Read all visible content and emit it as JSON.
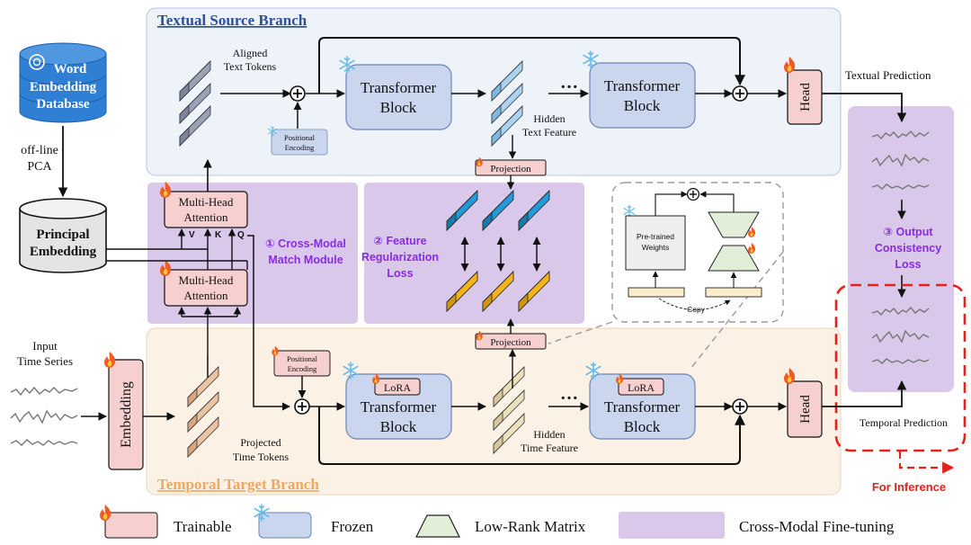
{
  "branches": {
    "textual_title": "Textual Source Branch",
    "temporal_title": "Temporal Target Branch"
  },
  "database": {
    "line1": "Word",
    "line2": "Embedding",
    "line3": "Database"
  },
  "pca_label": {
    "line1": "off-line",
    "line2": "PCA"
  },
  "principal": {
    "line1": "Principal",
    "line2": "Embedding"
  },
  "tokens": {
    "aligned_line1": "Aligned",
    "aligned_line2": "Text Tokens",
    "projected_line1": "Projected",
    "projected_line2": "Time Tokens",
    "hidden_text_line1": "Hidden",
    "hidden_text_line2": "Text Feature",
    "hidden_time_line1": "Hidden",
    "hidden_time_line2": "Time Feature"
  },
  "blocks": {
    "transformer_line1": "Transformer",
    "transformer_line2": "Block",
    "ellipsis": "…",
    "head": "Head",
    "lora": "LoRA",
    "projection": "Projection",
    "positional_line1": "Positional",
    "positional_line2": "Encoding",
    "embedding": "Embedding",
    "mha_line1": "Multi-Head",
    "mha_line2": "Attention",
    "v": "V",
    "k": "K",
    "q": "Q"
  },
  "modules": {
    "cross_modal_line1": "① Cross-Modal",
    "cross_modal_line2": "Match Module",
    "feature_line1": "② Feature",
    "feature_line2": "Regularization",
    "feature_line3": "Loss",
    "output_line1": "③ Output",
    "output_line2": "Consistency",
    "output_line3": "Loss"
  },
  "lora_inset": {
    "pretrained_line1": "Pre-trained",
    "pretrained_line2": "Weights",
    "copy": "Copy"
  },
  "io": {
    "input_line1": "Input",
    "input_line2": "Time Series",
    "textual_prediction": "Textual Prediction",
    "temporal_prediction": "Temporal Prediction",
    "for_inference": "For Inference"
  },
  "legend": {
    "trainable": "Trainable",
    "frozen": "Frozen",
    "low_rank": "Low-Rank Matrix",
    "fine_tuning": "Cross-Modal Fine-tuning"
  },
  "colors": {
    "textual_bg": "#eef2f9",
    "temporal_bg": "#fbf1e5",
    "module_purple": "#d9c8e9",
    "purple_text": "#8a2be2",
    "frozen_blue": "#c9d6ee",
    "trainable_pink": "#f6cfcf",
    "db_blue": "#2f7fd4",
    "inference_red": "#e8201c",
    "title_blue": "#2c4fa0",
    "title_orange": "#f0a860"
  }
}
